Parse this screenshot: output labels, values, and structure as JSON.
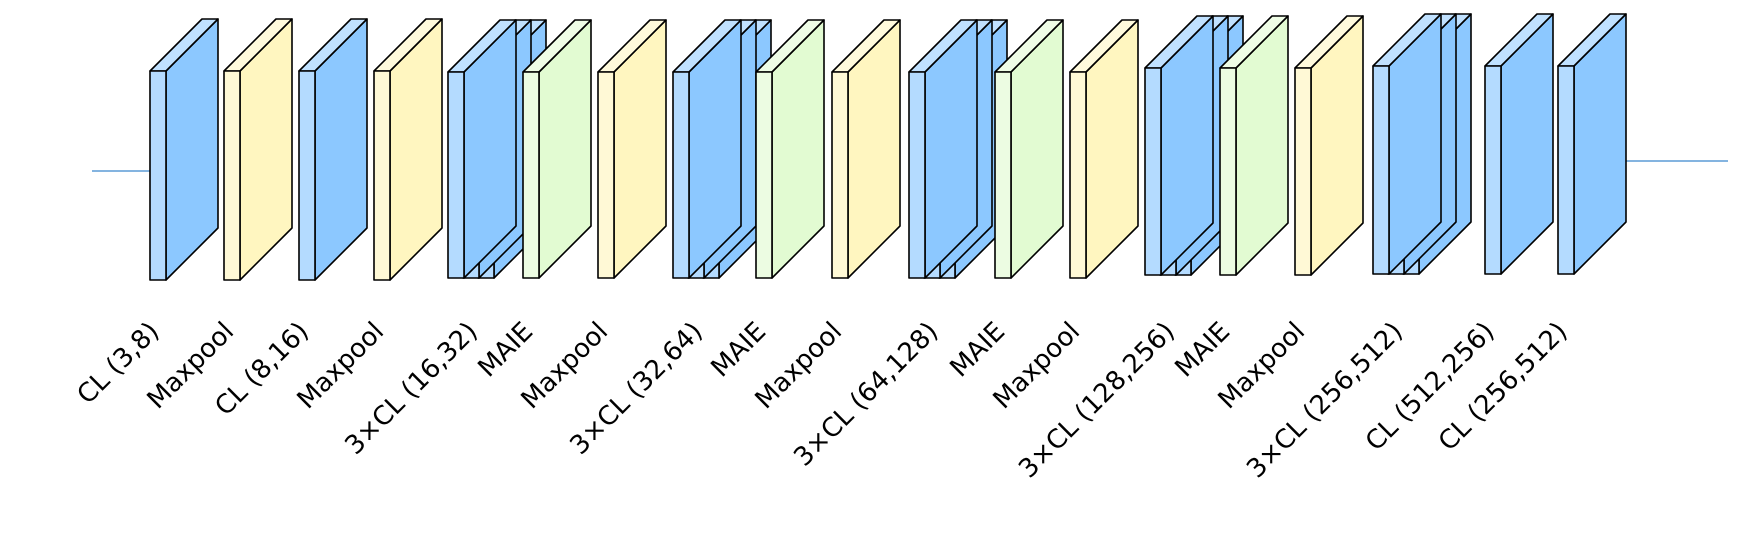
{
  "diagram": {
    "colors": {
      "conv": "#8cc8ff",
      "pool": "#fff6c0",
      "maie": "#e2fbd2",
      "stroke": "#000000",
      "axis": "#5b9bd5"
    },
    "layers": [
      {
        "label": "CL (3,8)",
        "type": "conv",
        "slices": 1
      },
      {
        "label": "Maxpool",
        "type": "pool",
        "slices": 1
      },
      {
        "label": "CL (8,16)",
        "type": "conv",
        "slices": 1
      },
      {
        "label": "Maxpool",
        "type": "pool",
        "slices": 1
      },
      {
        "label": "3×CL (16,32)",
        "type": "conv",
        "slices": 3
      },
      {
        "label": "MAIE",
        "type": "maie",
        "slices": 1
      },
      {
        "label": "Maxpool",
        "type": "pool",
        "slices": 1
      },
      {
        "label": "3×CL (32,64)",
        "type": "conv",
        "slices": 3
      },
      {
        "label": "MAIE",
        "type": "maie",
        "slices": 1
      },
      {
        "label": "Maxpool",
        "type": "pool",
        "slices": 1
      },
      {
        "label": "3×CL (64,128)",
        "type": "conv",
        "slices": 3
      },
      {
        "label": "MAIE",
        "type": "maie",
        "slices": 1
      },
      {
        "label": "Maxpool",
        "type": "pool",
        "slices": 1
      },
      {
        "label": "3×CL (128,256)",
        "type": "conv",
        "slices": 3
      },
      {
        "label": "MAIE",
        "type": "maie",
        "slices": 1
      },
      {
        "label": "Maxpool",
        "type": "pool",
        "slices": 1
      },
      {
        "label": "3×CL (256,512)",
        "type": "conv",
        "slices": 3
      },
      {
        "label": "CL (512,256)",
        "type": "conv",
        "slices": 1
      },
      {
        "label": "CL (256,512)",
        "type": "conv",
        "slices": 1
      }
    ]
  }
}
